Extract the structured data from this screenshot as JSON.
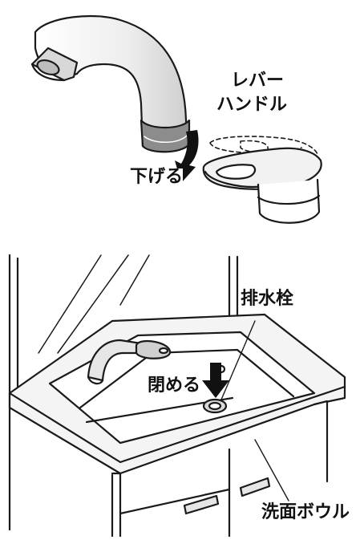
{
  "labels": {
    "lever_line1": "レバー",
    "lever_line2": "ハンドル",
    "lower": "下げる",
    "drain_plug": "排水栓",
    "close": "閉める",
    "basin": "洗面ボウル"
  },
  "colors": {
    "line": "#1a1a1a",
    "fill_light": "#f2f2f2",
    "fill_mid": "#d8d8d8",
    "fill_dark": "#8c8c8c",
    "arrow": "#111111"
  },
  "icons": {
    "down_arrow_faucet": "curved-down-arrow-icon",
    "down_arrow_drain": "down-arrow-icon"
  }
}
